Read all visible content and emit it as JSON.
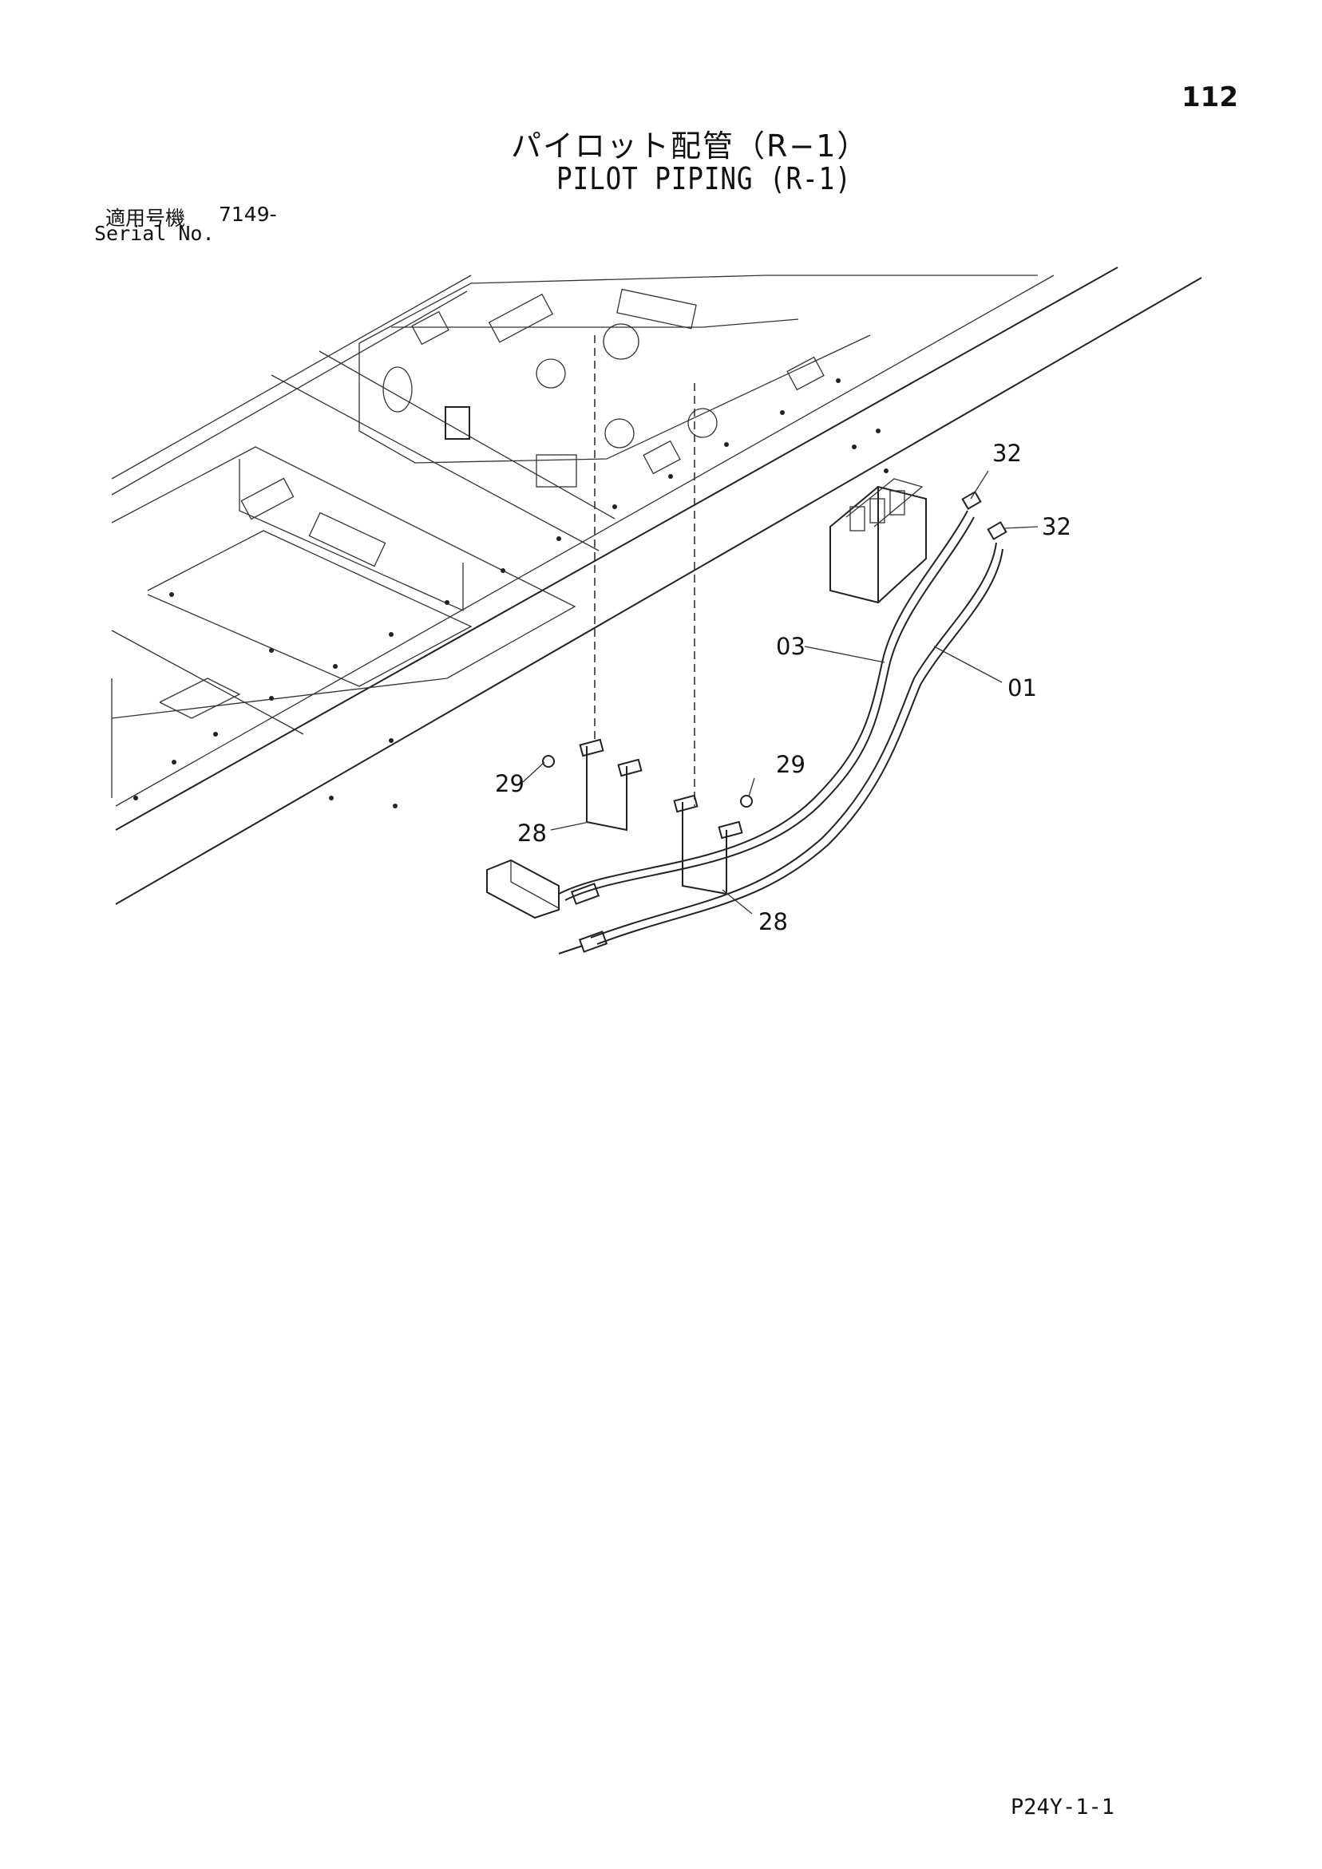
{
  "header": {
    "page_number": "112",
    "title_jp": "パイロット配管（R−1）",
    "title_en": "PILOT PIPING (R-1)"
  },
  "serial": {
    "label_jp": "適用号機",
    "value": "7149-",
    "label_en": "Serial No."
  },
  "callouts": {
    "c01": "01",
    "c03": "03",
    "c28a": "28",
    "c28b": "28",
    "c29a": "29",
    "c29b": "29",
    "c32a": "32",
    "c32b": "32"
  },
  "footer": {
    "code": "P24Y-1-1"
  }
}
